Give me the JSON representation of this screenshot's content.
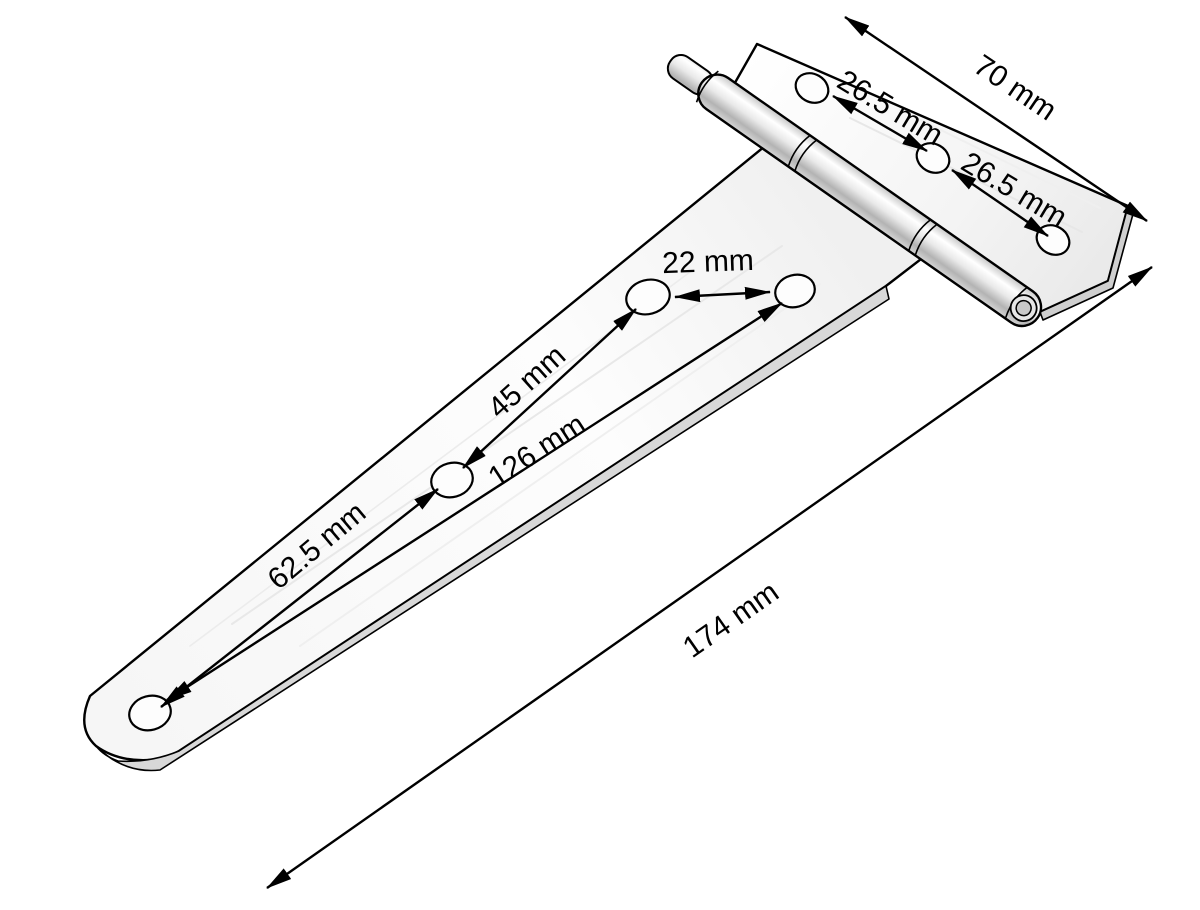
{
  "diagram": {
    "dimensions": {
      "leaf_length": "70 mm",
      "leaf_hole_spacing_a": "26.5 mm",
      "leaf_hole_spacing_b": "26.5 mm",
      "strap_top_hole_spacing": "22 mm",
      "strap_mid_to_upper_hole": "45 mm",
      "strap_tip_to_upper_hole": "126 mm",
      "strap_tip_to_mid_hole": "62.5 mm",
      "overall_length": "174 mm"
    },
    "colors": {
      "line": "#000000",
      "background": "#ffffff",
      "metal_light": "#fbfbfb",
      "metal_shade": "#d8d8d8"
    }
  }
}
